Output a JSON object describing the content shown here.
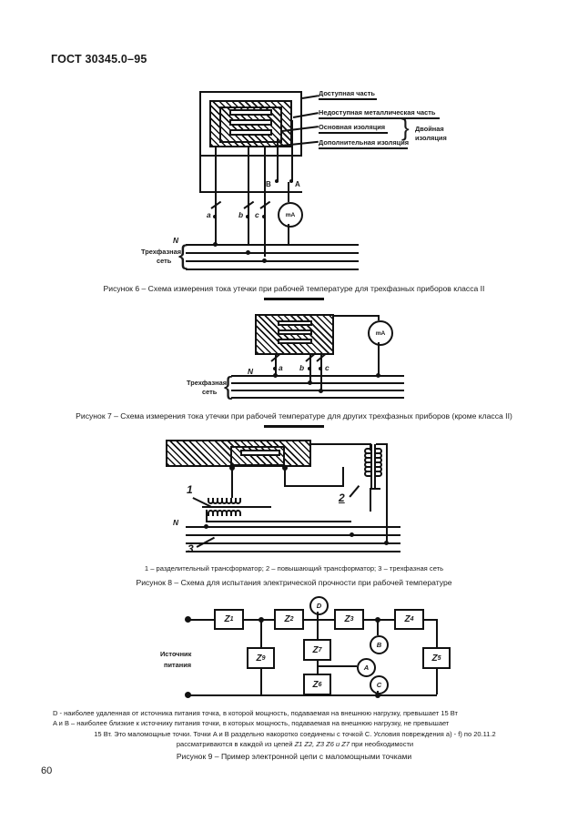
{
  "document": {
    "standard_header": "ГОСТ 30345.0–95",
    "page_number": "60"
  },
  "figure6": {
    "callouts": {
      "accessible_part": "Доступная часть",
      "inaccessible_metal_part": "Недоступная металлическая часть",
      "basic_insulation": "Основная изоляция",
      "supplementary_insulation": "Дополнительная изоляция",
      "double_insulation_line1": "Двойная",
      "double_insulation_line2": "изоляция"
    },
    "terminals": {
      "b": "B",
      "a": "A"
    },
    "switches": {
      "a": "a",
      "b": "b",
      "c": "c"
    },
    "meter": "mA",
    "neutral": "N",
    "network_line1": "Трехфазная",
    "network_line2": "сеть",
    "caption": "Рисунок 6 – Схема измерения тока утечки при рабочей температуре для трехфазных приборов класса II"
  },
  "figure7": {
    "switches": {
      "a": "a",
      "b": "b",
      "c": "c"
    },
    "meter": "mA",
    "neutral": "N",
    "network_line1": "Трехфазная",
    "network_line2": "сеть",
    "caption": "Рисунок 7 – Схема измерения тока утечки при рабочей температуре для других трехфазных приборов (кроме класса II)"
  },
  "figure8": {
    "ref1": "1",
    "ref2": "2",
    "ref3": "3",
    "neutral": "N",
    "legend": "1 – разделительный трансформатор; 2 – повышающий трансформатор; 3 – трехфазная сеть",
    "caption": "Рисунок 8 – Схема для испытания электрической прочности при рабочей температуре"
  },
  "figure9": {
    "source_line1": "Источник",
    "source_line2": "питания",
    "impedances": {
      "z1": "Z",
      "z1s": "1",
      "z2": "Z",
      "z2s": "2",
      "z3": "Z",
      "z3s": "3",
      "z4": "Z",
      "z4s": "4",
      "z5": "Z",
      "z5s": "5",
      "z6": "Z",
      "z6s": "6",
      "z7": "Z",
      "z7s": "7",
      "z9": "Z",
      "z9s": "9"
    },
    "points": {
      "a": "A",
      "b": "B",
      "c": "C",
      "d": "D"
    },
    "footnote": {
      "line1": "D - наиболее удаленная от источника питания точка, в которой мощность, подаваемая на внешнюю нагрузку, превышает 15 Вт",
      "line2": "A и B – наиболее близкие к источнику питания точки, в которых мощность, подаваемая на внешнюю нагрузку, не превышает",
      "line3": "15 Вт. Это маломощные точки. Точки A и B раздельно накоротко соединены с точкой C. Условия повреждения а) - f) по 20.11.2",
      "line4_pre": "рассматриваются в каждой из цепей ",
      "line4_z": "Z1 Z2, Z3 Z6 и Z7",
      "line4_post": " при необходимости"
    },
    "caption": "Рисунок 9 – Пример электронной цепи с маломощными точками"
  }
}
